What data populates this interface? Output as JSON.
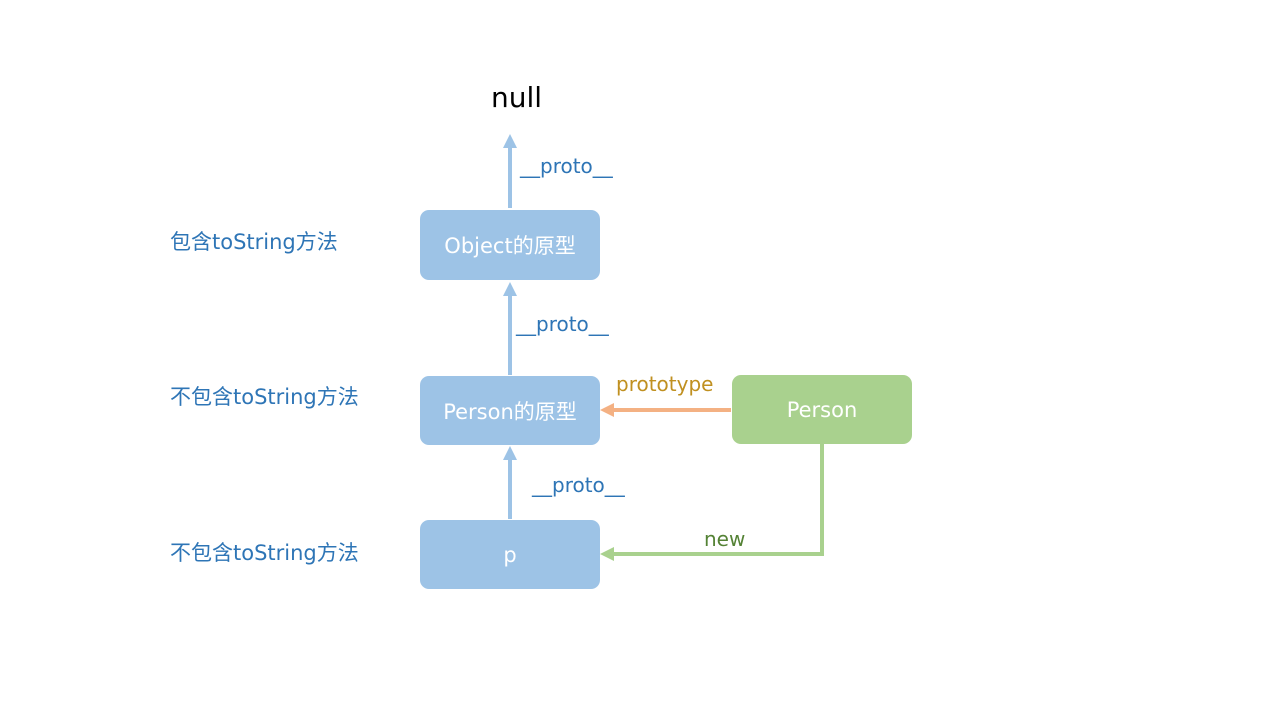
{
  "null_label": "null",
  "nodes": {
    "object_proto": "Object的原型",
    "person_proto": "Person的原型",
    "p": "p",
    "person": "Person"
  },
  "edges": {
    "proto_top": "__proto__",
    "proto_middle": "__proto__",
    "proto_bottom": "__proto__",
    "prototype": "prototype",
    "new": "new"
  },
  "notes": {
    "object_proto": "包含toString方法",
    "person_proto": "不包含toString方法",
    "p": "不包含toString方法"
  },
  "colors": {
    "blue_node": "#9dc3e6",
    "green_node": "#a9d18e",
    "proto_arrow": "#9dc3e6",
    "prototype_arrow": "#f4b183",
    "new_arrow": "#a9d18e",
    "note_text": "#2e75b6",
    "prototype_text": "#c09020",
    "new_text": "#548235"
  }
}
